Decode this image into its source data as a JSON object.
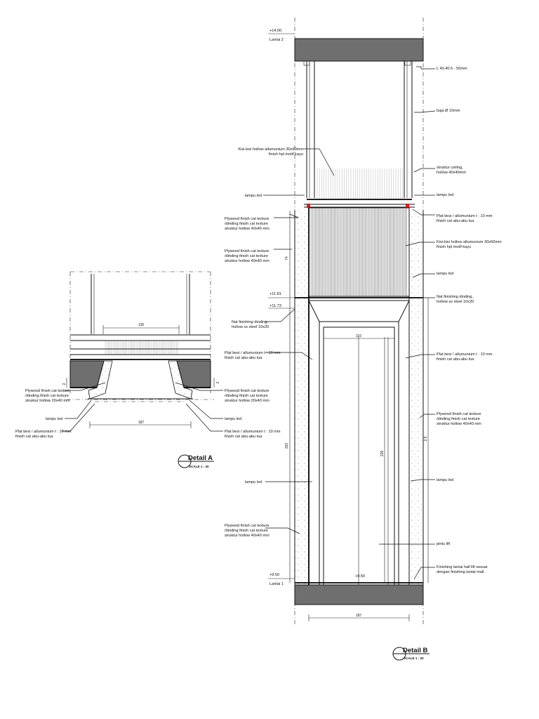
{
  "detail_b": {
    "levels": {
      "top_value": "+14.00",
      "top_name": "Lantai 2",
      "mid_upper": "+11.81",
      "mid_lower": "+11.73",
      "bottom_value": "+9.50",
      "bottom_name": "Lantai 1",
      "floor_center": "+9.50"
    },
    "labels_right": {
      "angle": "L 40.40.5 - 50mm",
      "steel_rod": "baja Ø 10mm",
      "ceiling_line1": "struktur ceiling,",
      "ceiling_line2": "hollow 40x40mm",
      "lamp_top": "lampu led",
      "plate_top_line1": "Plat besi / allumunium t : 10 mm",
      "plate_top_line2": "finish cat abu-abu tua",
      "kisi_line1": "Kisi-kisi hollow allumunium 30x60mm",
      "kisi_line2": "finish hpl motif kayu",
      "lamp_mid": "lampu led",
      "nat_line1": "Nat finishing dinding,",
      "nat_line2": "hollow ss steel 10x20",
      "plate_mid_line1": "Plat besi / allumunium t : 10 mm",
      "plate_mid_line2": "finish cat abu-abu tua",
      "ply_line1": "Plywood finish cat texture",
      "ply_line2": "/dinding finish cat texture",
      "ply_line3": "struktur hollow 40x40 mm",
      "lamp_low": "lampu led",
      "door": "pintu lift",
      "floor_line1": "Finishing lantai  hall lift sesuai",
      "floor_line2": "dengan finishing lantai mall"
    },
    "labels_left": {
      "kisi_line1": "Kisi-kisi hollow allumunium 30x60mm",
      "kisi_line2": "finish hpl motif kayu",
      "lamp_top": "lampu led",
      "ply_a_line1": "Plywood finish cat texture",
      "ply_a_line2": "/dinding finish cat texture",
      "ply_a_line3": "struktur hollow 40x40 mm",
      "ply_b_line1": "Plywood finish cat texture",
      "ply_b_line2": "/dinding finish cat texture",
      "ply_b_line3": "struktur hollow 40x40 mm",
      "nat_line1": "Nat finishing dinding,",
      "nat_line2": "hollow ss steel 10x20",
      "plate_line1": "Plat besi / allumunium t : 10 mm",
      "plate_line2": "finish cat abu-abu tua",
      "lamp_low": "lampu led",
      "ply_c_line1": "Plywood finish cat texture",
      "ply_c_line2": "/dinding finish cat texture",
      "ply_c_line3": "struktur hollow 40x40 mm"
    },
    "dims": {
      "bottom_width": "187",
      "door_width": "110",
      "door_height": "239",
      "wall_height": "333",
      "right_height": "2.5",
      "top_height": "74"
    },
    "title": "Detail B",
    "scale": "SCALE  1 : 20"
  },
  "detail_a": {
    "labels_left": {
      "ply_line1": "Plywood finish cat texture",
      "ply_line2": "/dinding finish cat texture",
      "ply_line3": "struktur hollow 20x40 mm",
      "lamp": "lampu led",
      "plate_line1": "Plat besi / allumunium t : 10 mm",
      "plate_line2": "finish cat abu-abu tua"
    },
    "labels_right": {
      "ply_line1": "Plywood finish cat texture",
      "ply_line2": "/dinding finish cat texture",
      "ply_line3": "struktur hollow 20x40 mm",
      "lamp": "lampu led",
      "plate_line1": "Plat besi / allumunium t : 10 mm",
      "plate_line2": "finish cat abu-abu tua"
    },
    "dims": {
      "top_width": "136",
      "bottom_width": "187",
      "small_left": "2",
      "small_right": "2"
    },
    "title": "Detail A",
    "scale": "SCALE  1 : 20"
  },
  "colors": {
    "slab": "#6f6f6f",
    "slab_dark": "#555555",
    "accent_red": "#d81b1b",
    "line": "#111111"
  }
}
